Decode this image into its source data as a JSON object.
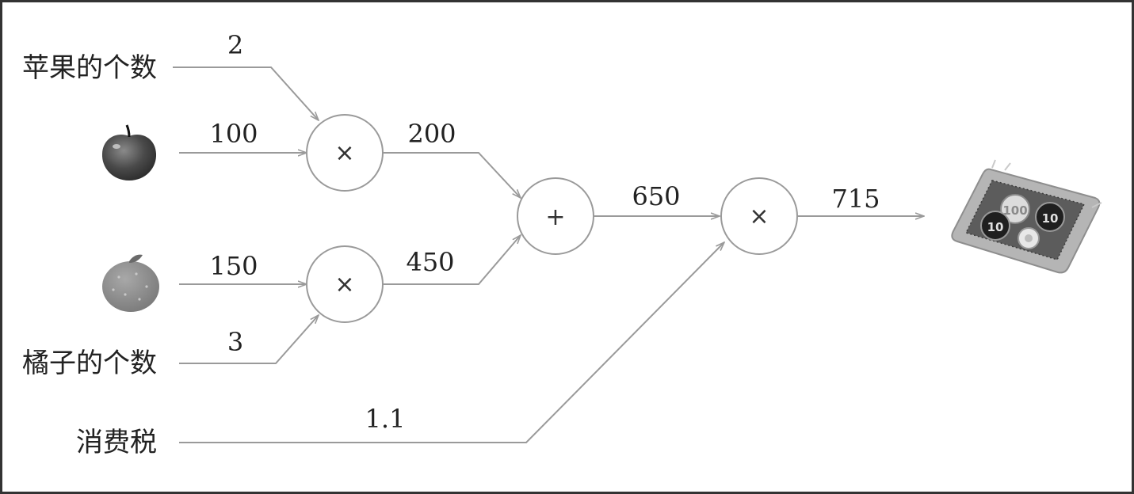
{
  "inputs": {
    "apple_count_label": "苹果的个数",
    "orange_count_label": "橘子的个数",
    "tax_label": "消费税"
  },
  "values": {
    "apple_count": "2",
    "apple_price": "100",
    "orange_price": "150",
    "orange_count": "3",
    "tax": "1.1",
    "apple_total": "200",
    "orange_total": "450",
    "sum": "650",
    "result": "715"
  },
  "operators": {
    "multiply": "×",
    "add": "+"
  },
  "icons": {
    "apple": "apple-icon",
    "orange": "orange-icon",
    "payment": "coin-tray-icon"
  },
  "colors": {
    "edge": "#9a9a9a",
    "apple": "#5a5a5a",
    "orange": "#8c8c8c"
  }
}
